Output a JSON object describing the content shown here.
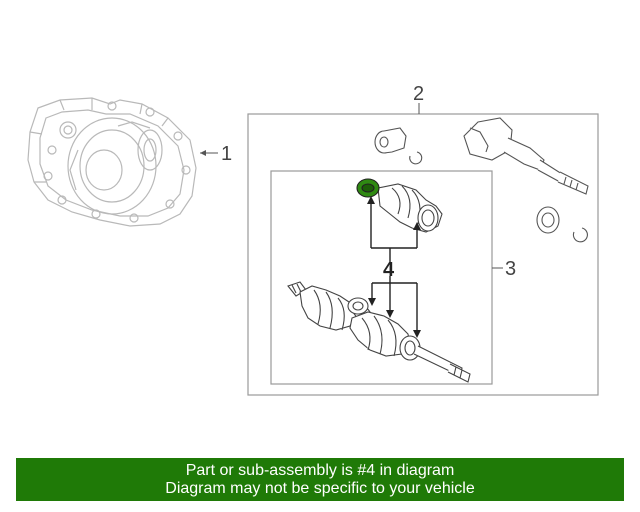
{
  "diagram": {
    "callouts": {
      "c1": "1",
      "c2": "2",
      "c3": "3",
      "c4": "4"
    },
    "highlight_color": "#2f8a12"
  },
  "banner": {
    "line1": "Part or sub-assembly is #4 in diagram",
    "line2": "Diagram may not be specific to your vehicle",
    "background_color": "#1f7a07"
  }
}
